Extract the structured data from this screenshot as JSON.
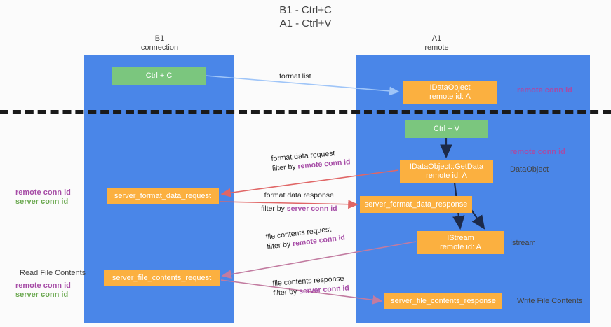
{
  "title": "B1 - Ctrl+C\nA1 - Ctrl+V",
  "lanes": [
    {
      "name": "b1",
      "header": "B1\nconnection"
    },
    {
      "name": "a1",
      "header": "A1\nremote"
    }
  ],
  "nodes": {
    "ctrl_c": "Ctrl + C",
    "idataobject": "IDataObject\nremote id: A",
    "ctrl_v": "Ctrl + V",
    "getdata": "IDataObject::GetData\nremote id: A",
    "server_format_data_request": "server_format_data_request",
    "server_format_data_response": "server_format_data_response",
    "istream": "IStream\nremote id: A",
    "server_file_contents_request": "server_file_contents_request",
    "server_file_contents_response": "server_file_contents_response"
  },
  "edges": {
    "format_list": "format list",
    "format_data_request": "format data request",
    "format_data_request_filter_prefix": "filter by ",
    "format_data_request_filter_key": "remote conn id",
    "format_data_response": "format data response",
    "format_data_response_filter_prefix": "filter by ",
    "format_data_response_filter_key": "server conn id",
    "file_contents_request": "file contents request",
    "file_contents_request_filter_prefix": "filter by ",
    "file_contents_request_filter_key": "remote conn id",
    "file_contents_response": "file contents response",
    "file_contents_response_filter_prefix": "filter by ",
    "file_contents_response_filter_key": "server conn id"
  },
  "annotations": {
    "right_remote_conn_id_top": "remote conn id",
    "right_remote_conn_id_mid": "remote conn id",
    "dataobject": "DataObject",
    "istream": "Istream",
    "write_file_contents": "Write File Contents",
    "read_file_contents": "Read File Contents",
    "legend_remote": "remote conn id",
    "legend_server": "server conn id"
  },
  "colors": {
    "lane": "#4a86e8",
    "green_node": "#7bc67e",
    "orange_node": "#fbb040",
    "remote_key": "#a64ca6",
    "server_key": "#6aa84f",
    "arrow_blue": "#9fc5f8",
    "arrow_red": "#e06666",
    "arrow_purple": "#c27ba0",
    "arrow_dark": "#1c2a4a",
    "divider": "#1a1a1a",
    "background": "#fbfbfb"
  }
}
